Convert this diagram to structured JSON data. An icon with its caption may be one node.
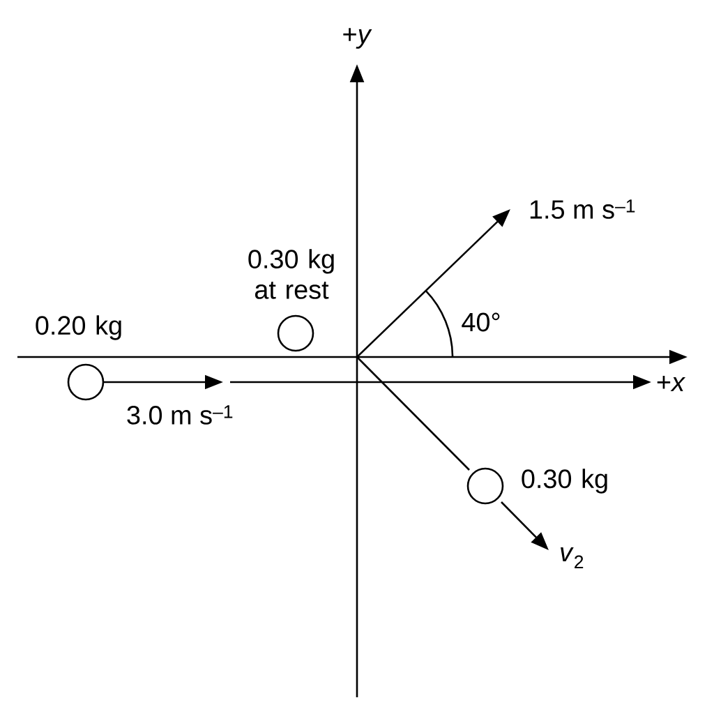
{
  "diagram": {
    "nodes": [
      {
        "text": [],
        "shape": "circle",
        "beside": [
          "0.20 kg"
        ]
      },
      {
        "text": [],
        "shape": "circle",
        "beside": [
          "0.30 kg at rest"
        ]
      },
      {
        "text": [],
        "shape": "circle",
        "beside": [
          "0.30 kg"
        ]
      }
    ],
    "labels": [
      "+*y*",
      "1.5 m s$^{–1}$",
      "40°",
      "3.0 m s$^{–1}$",
      "+*x*",
      "*v*$_{2}$"
    ]
  }
}
